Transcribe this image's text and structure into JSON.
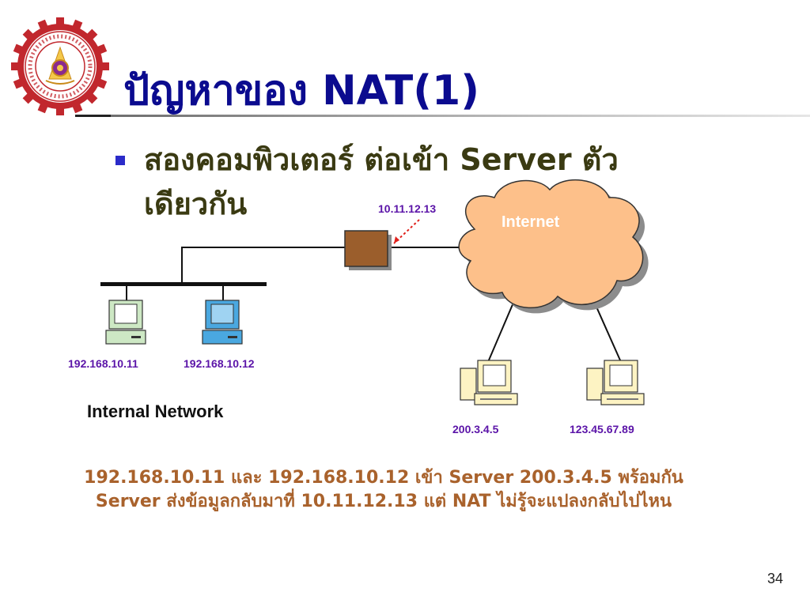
{
  "slide": {
    "title": "ปัญหาของ NAT(1)",
    "bullet": "สองคอมพิวเตอร์ ต่อเข้า Server ตัวเดียวกัน",
    "page_number": "34"
  },
  "diagram": {
    "router_ip": "10.11.12.13",
    "cloud_label": "Internet",
    "internal_network_label": "Internal Network",
    "hosts": {
      "internal_1": "192.168.10.11",
      "internal_2": "192.168.10.12",
      "external_1": "200.3.4.5",
      "external_2": "123.45.67.89"
    }
  },
  "caption": {
    "line1": "192.168.10.11 และ 192.168.10.12 เข้า Server 200.3.4.5 พร้อมกัน",
    "line2": "Server ส่งข้อมูลกลับมาที่ 10.11.12.13 แต่ NAT ไม่รู้จะแปลงกลับไปไหน"
  },
  "colors": {
    "title": "#0b0b8f",
    "bullet_text": "#3a3a12",
    "ip_labels": "#5b14a8",
    "caption": "#a9622c",
    "cloud_fill": "#fdc08a",
    "router_fill": "#9b5e2c",
    "logo_red": "#c1272d"
  },
  "icons": {
    "logo": "computer-engineering-seal",
    "router": "router-box",
    "cloud": "internet-cloud",
    "pc": "desktop-computer"
  }
}
